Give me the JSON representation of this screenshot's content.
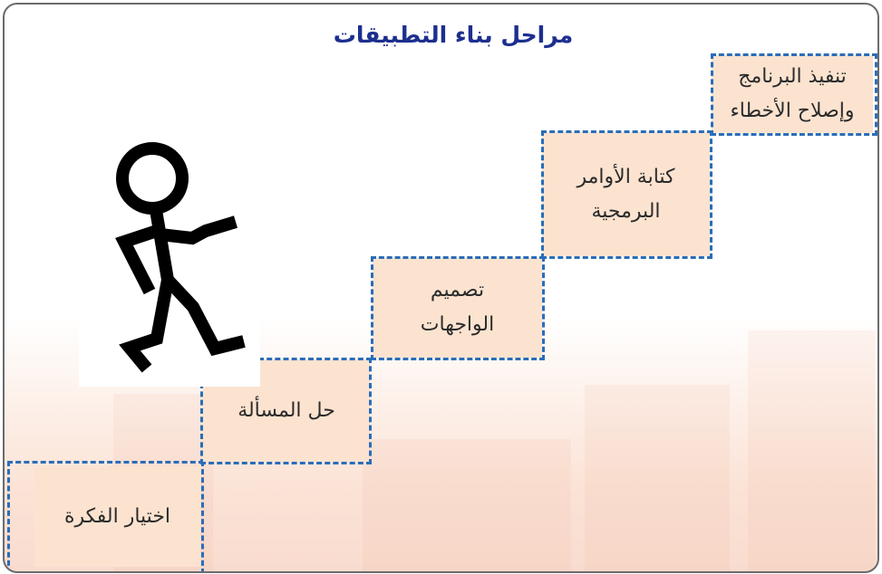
{
  "title": "مراحل بناء التطبيقات",
  "steps": [
    {
      "line1": "اختيار الفكرة",
      "line2": ""
    },
    {
      "line1": "حل المسألة",
      "line2": ""
    },
    {
      "line1": "تصميم",
      "line2": "الواجهات"
    },
    {
      "line1": "كتابة الأوامر",
      "line2": "البرمجية"
    },
    {
      "line1": "تنفيذ البرنامج",
      "line2": "وإصلاح الأخطاء"
    }
  ],
  "colors": {
    "title": "#1d2f8f",
    "box_fill": "#fbe3d0",
    "dash": "#2a6db8",
    "figure": "#000000"
  },
  "icons": [
    "walking-stick-figure"
  ]
}
